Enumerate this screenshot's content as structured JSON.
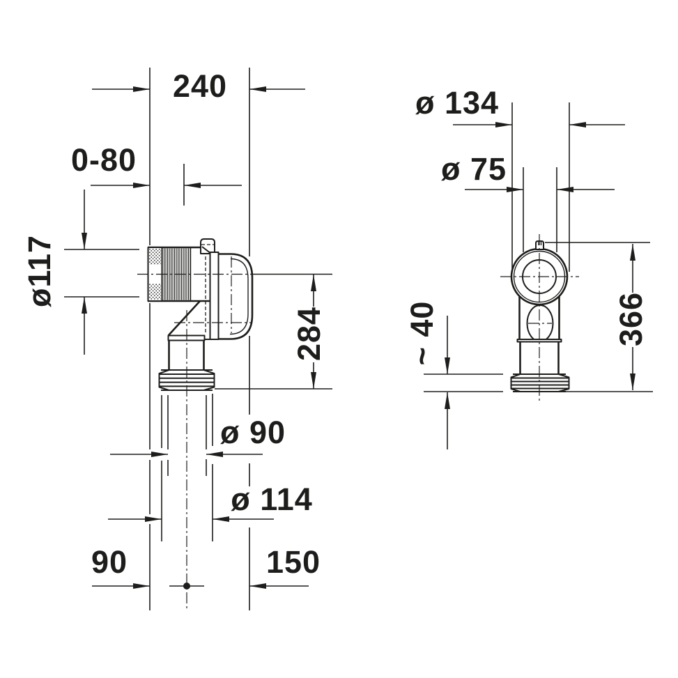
{
  "drawing": {
    "background": "#ffffff",
    "line_color": "#1d1d1b",
    "side_view": {
      "dims": {
        "width_total": "240",
        "insert_depth": "0-80",
        "inlet_diameter": "ø117",
        "height_offset": "284",
        "outlet_pipe_diameter": "ø 90",
        "outlet_thread_diameter": "ø 114",
        "offset_left": "90",
        "offset_right": "150"
      }
    },
    "front_view": {
      "dims": {
        "socket_diameter": "ø 134",
        "bore_diameter": "ø 75",
        "height_total": "366",
        "thread_length": "~ 40"
      }
    }
  }
}
